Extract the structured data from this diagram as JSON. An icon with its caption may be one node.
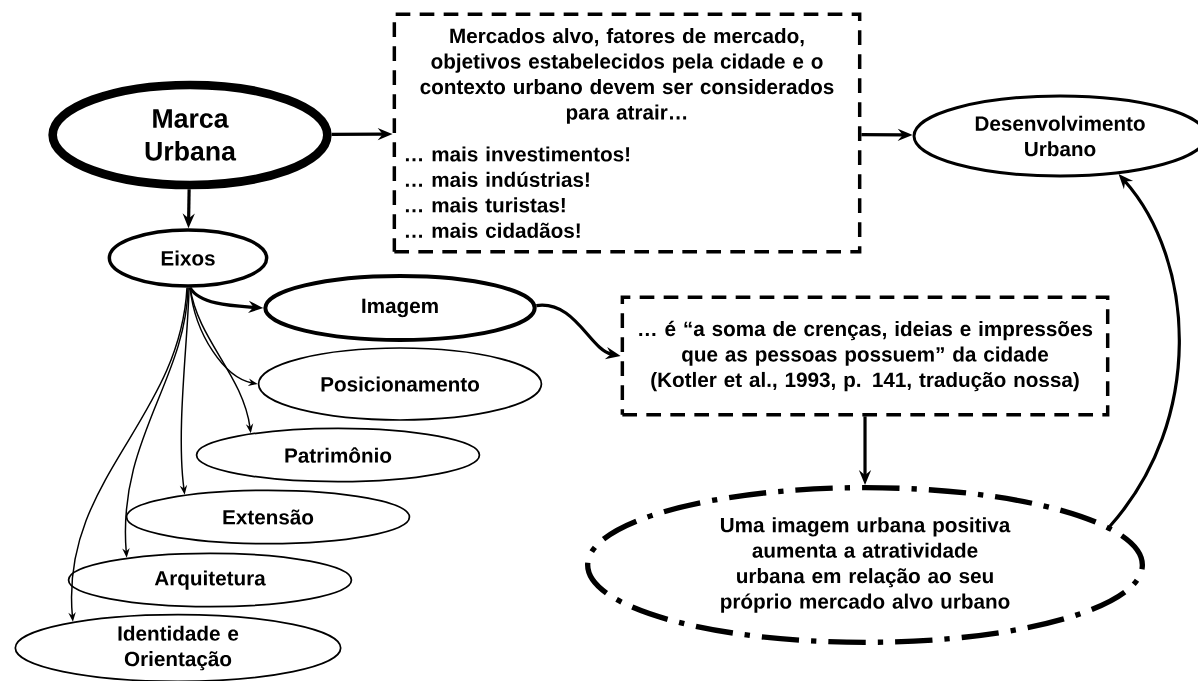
{
  "diagram": {
    "nodes": [
      {
        "text": [
          "Marca Urbana"
        ]
      },
      {
        "text": [
          "Mercados alvo, fatores de mercado, objetivos estabelecidos pela cidade e o contexto urbano devem ser considerados para atrair…",
          "… mais investimentos!",
          "… mais indústrias!",
          "… mais turistas!",
          "… mais cidadãos!"
        ]
      },
      {
        "text": [
          "Desenvolvimento Urbano"
        ]
      },
      {
        "text": [
          "Eixos"
        ]
      },
      {
        "text": [
          "Imagem"
        ]
      },
      {
        "text": [
          "… é “a soma de crenças, ideias e impressões que as pessoas possuem” da cidade (Kotler et al., 1993, p. 141, tradução nossa)"
        ]
      },
      {
        "text": [
          "Posicionamento"
        ]
      },
      {
        "text": [
          "Patrimônio"
        ]
      },
      {
        "text": [
          "Extensão"
        ]
      },
      {
        "text": [
          "Arquitetura"
        ]
      },
      {
        "text": [
          "Identidade e Orientação"
        ]
      },
      {
        "text": [
          "Uma imagem urbana positiva aumenta a atratividade urbana em relação ao seu próprio mercado alvo urbano"
        ]
      }
    ],
    "edges": [
      {
        "from": 0,
        "to": 1,
        "arrow": "to"
      },
      {
        "from": 1,
        "to": 2,
        "arrow": "to"
      },
      {
        "from": 0,
        "to": 3,
        "arrow": "to"
      },
      {
        "from": 3,
        "to": 4,
        "arrow": "to"
      },
      {
        "from": 4,
        "to": 5,
        "arrow": "to"
      },
      {
        "from": 5,
        "to": 11,
        "arrow": "to"
      },
      {
        "from": 11,
        "to": 2,
        "arrow": "to"
      },
      {
        "from": 3,
        "to": 6,
        "arrow": "to"
      },
      {
        "from": 3,
        "to": 7,
        "arrow": "to"
      },
      {
        "from": 3,
        "to": 8,
        "arrow": "to"
      },
      {
        "from": 3,
        "to": 9,
        "arrow": "to"
      },
      {
        "from": 3,
        "to": 10,
        "arrow": "to"
      }
    ]
  }
}
